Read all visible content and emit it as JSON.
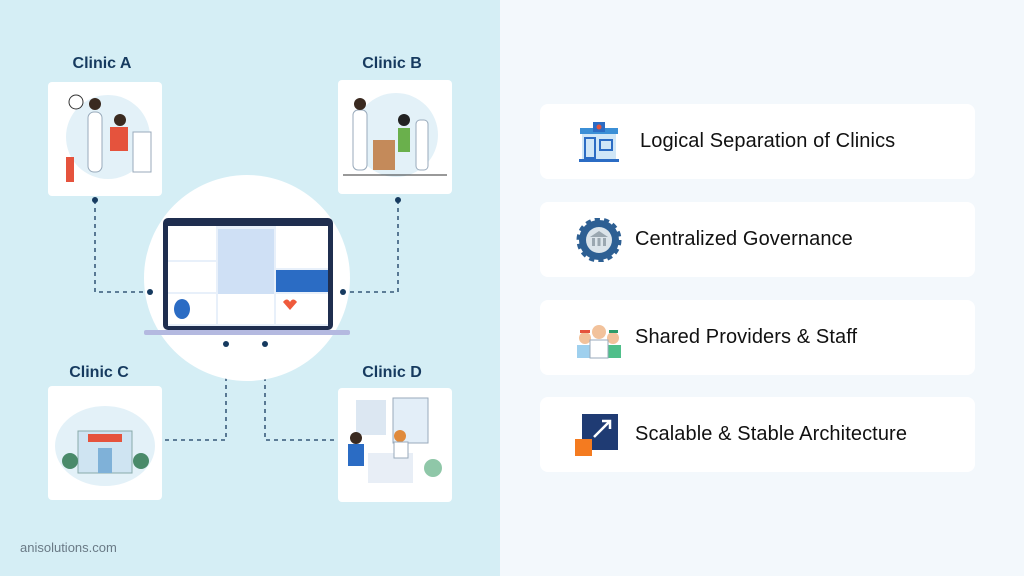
{
  "clinics": [
    {
      "label": "Clinic A",
      "image": "doctor-patient-illustration"
    },
    {
      "label": "Clinic B",
      "image": "reception-illustration"
    },
    {
      "label": "Clinic C",
      "image": "hospital-building-illustration"
    },
    {
      "label": "Clinic D",
      "image": "consultation-illustration"
    }
  ],
  "center": {
    "image": "laptop-dashboard-illustration"
  },
  "features": [
    {
      "label": "Logical Separation of Clinics",
      "icon": "hospital-icon"
    },
    {
      "label": "Centralized Governance",
      "icon": "gear-building-icon"
    },
    {
      "label": "Shared Providers & Staff",
      "icon": "medical-staff-icon"
    },
    {
      "label": "Scalable & Stable Architecture",
      "icon": "scale-arrow-icon"
    }
  ],
  "footer": {
    "text": "anisolutions.com"
  },
  "colors": {
    "left_bg": "#d5eef5",
    "right_bg": "#f3f8fc",
    "navy": "#163a5f",
    "orange": "#f47b20"
  }
}
